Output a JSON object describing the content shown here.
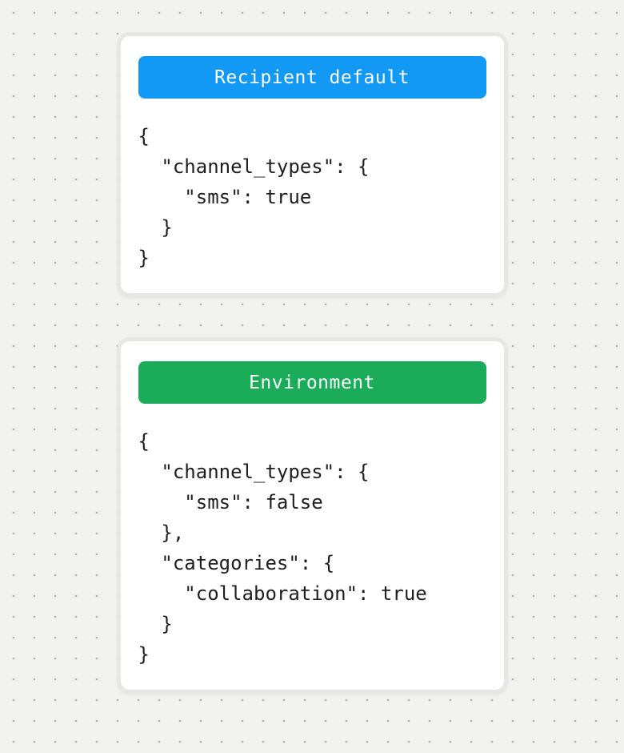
{
  "theme": {
    "background_color": "#f1f1f0",
    "dot_color": "#b3b3b3",
    "card_background": "#ffffff",
    "card_border_color": "#e7e6e5",
    "header_text_color": "#ffffff",
    "code_text_color": "#1e1e1e"
  },
  "cards": [
    {
      "title": "Recipient default",
      "header_color": "#1299f5",
      "code": "{\n  \"channel_types\": {\n    \"sms\": true\n  }\n}"
    },
    {
      "title": "Environment",
      "header_color": "#1aac58",
      "code": "{\n  \"channel_types\": {\n    \"sms\": false\n  },\n  \"categories\": {\n    \"collaboration\": true\n  }\n}"
    }
  ]
}
